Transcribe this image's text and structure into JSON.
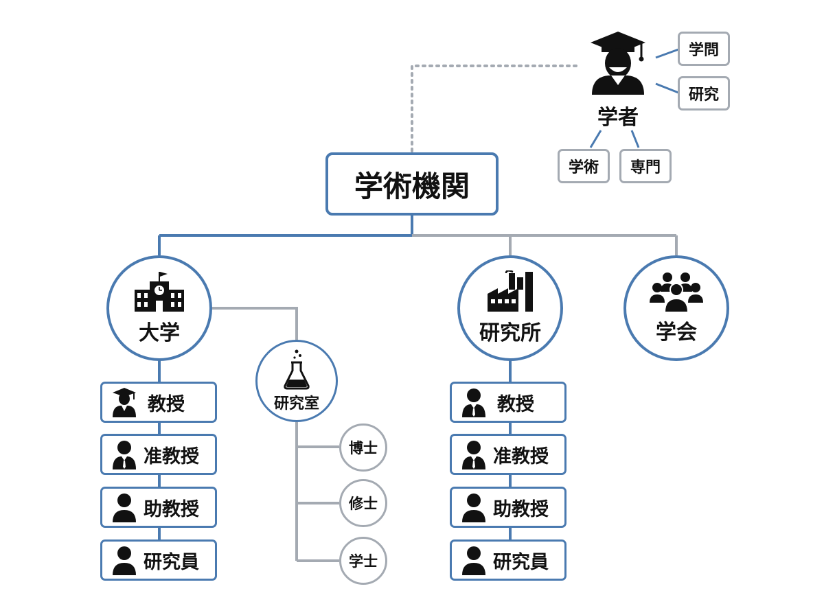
{
  "root": {
    "label": "学術機関"
  },
  "scholar": {
    "label": "学者",
    "tags_right": [
      "学問",
      "研究"
    ],
    "tags_bottom": [
      "学術",
      "専門"
    ]
  },
  "branches": {
    "university": {
      "label": "大学"
    },
    "lab": {
      "label": "研究室"
    },
    "institute": {
      "label": "研究所"
    },
    "society": {
      "label": "学会"
    }
  },
  "university_roles": [
    "教授",
    "准教授",
    "助教授",
    "研究員"
  ],
  "institute_roles": [
    "教授",
    "准教授",
    "助教授",
    "研究員"
  ],
  "lab_degrees": [
    "博士",
    "修士",
    "学士"
  ],
  "icons": {
    "scholar": "graduate-cap-person-icon",
    "university": "school-building-icon",
    "lab": "flask-icon",
    "institute": "factory-icon",
    "society": "group-icon",
    "roles": [
      "graduate-person-icon",
      "person-tie-icon",
      "person-icon",
      "person-icon"
    ]
  },
  "colors": {
    "blue": "#4a7ab0",
    "gray": "#a4aab2",
    "ink": "#111111"
  }
}
